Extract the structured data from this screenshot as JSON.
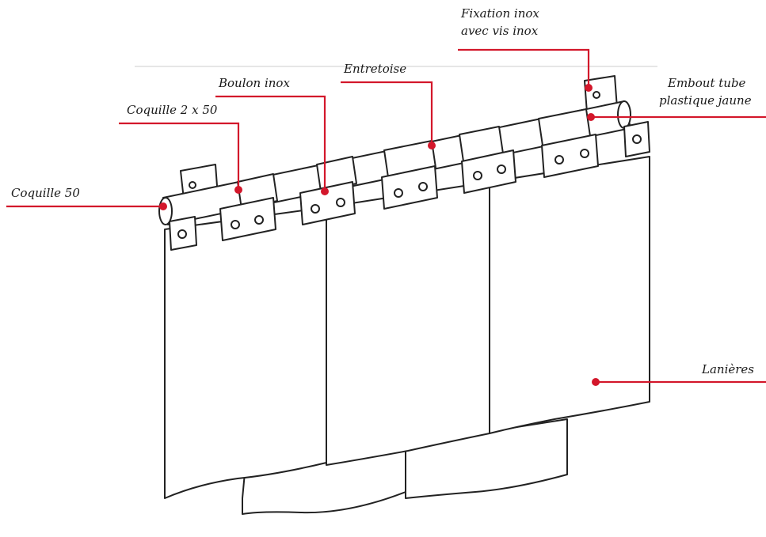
{
  "diagram": {
    "accent_color": "#d3172b",
    "line_color": "#222222",
    "labels": {
      "fixation": [
        "Fixation inox",
        "avec vis inox"
      ],
      "entretoise": "Entretoise",
      "boulon": "Boulon inox",
      "embout": [
        "Embout tube",
        "plastique jaune"
      ],
      "coquille_2x50": "Coquille 2 x 50",
      "coquille_50": "Coquille 50",
      "lanieres": "Lanières"
    }
  }
}
